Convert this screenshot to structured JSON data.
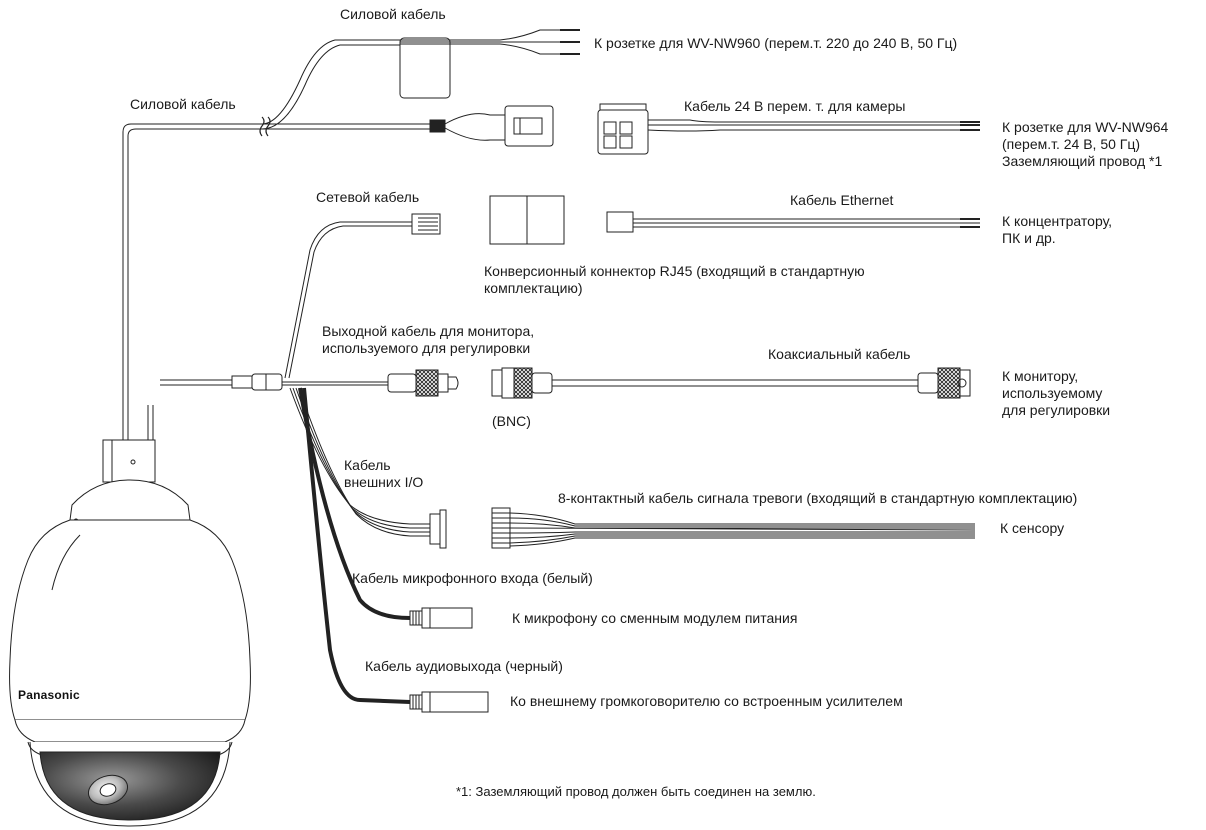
{
  "brand": "Panasonic",
  "labels": {
    "power_cable_top": "Силовой кабель",
    "power_cable_left": "Силовой кабель",
    "outlet_nw960": "К розетке для WV-NW960 (перем.т. 220 до 240 В, 50 Гц)",
    "cable_24v": "Кабель 24 В перем. т. для камеры",
    "outlet_nw964": [
      "К розетке для WV-NW964",
      "(перем.т. 24 В, 50 Гц)",
      "Заземляющий провод *1"
    ],
    "network_cable": "Сетевой кабель",
    "ethernet_cable": "Кабель Ethernet",
    "to_hub": [
      "К концентратору,",
      "ПК и др."
    ],
    "rj45_connector": [
      "Конверсионный коннектор RJ45 (входящий в стандартную",
      "комплектацию)"
    ],
    "monitor_output": [
      "Выходной кабель для монитора,",
      "используемого для регулировки"
    ],
    "coaxial_cable": "Коаксиальный кабель",
    "to_monitor": [
      "К монитору,",
      "используемому",
      "для регулировки"
    ],
    "bnc": "(BNC)",
    "ext_io": [
      "Кабель",
      "внешних I/O"
    ],
    "alarm_cable": "8-контактный кабель сигнала тревоги (входящий в стандартную комплектацию)",
    "to_sensor": "К сенсору",
    "mic_input": "Кабель микрофонного входа (белый)",
    "to_mic": "К микрофону со сменным модулем питания",
    "audio_out": "Кабель аудиовыхода (черный)",
    "to_speaker": "Ко внешнему громкоговорителю со встроенным усилителем",
    "footnote": "*1: Заземляющий провод должен быть соединен на землю."
  }
}
